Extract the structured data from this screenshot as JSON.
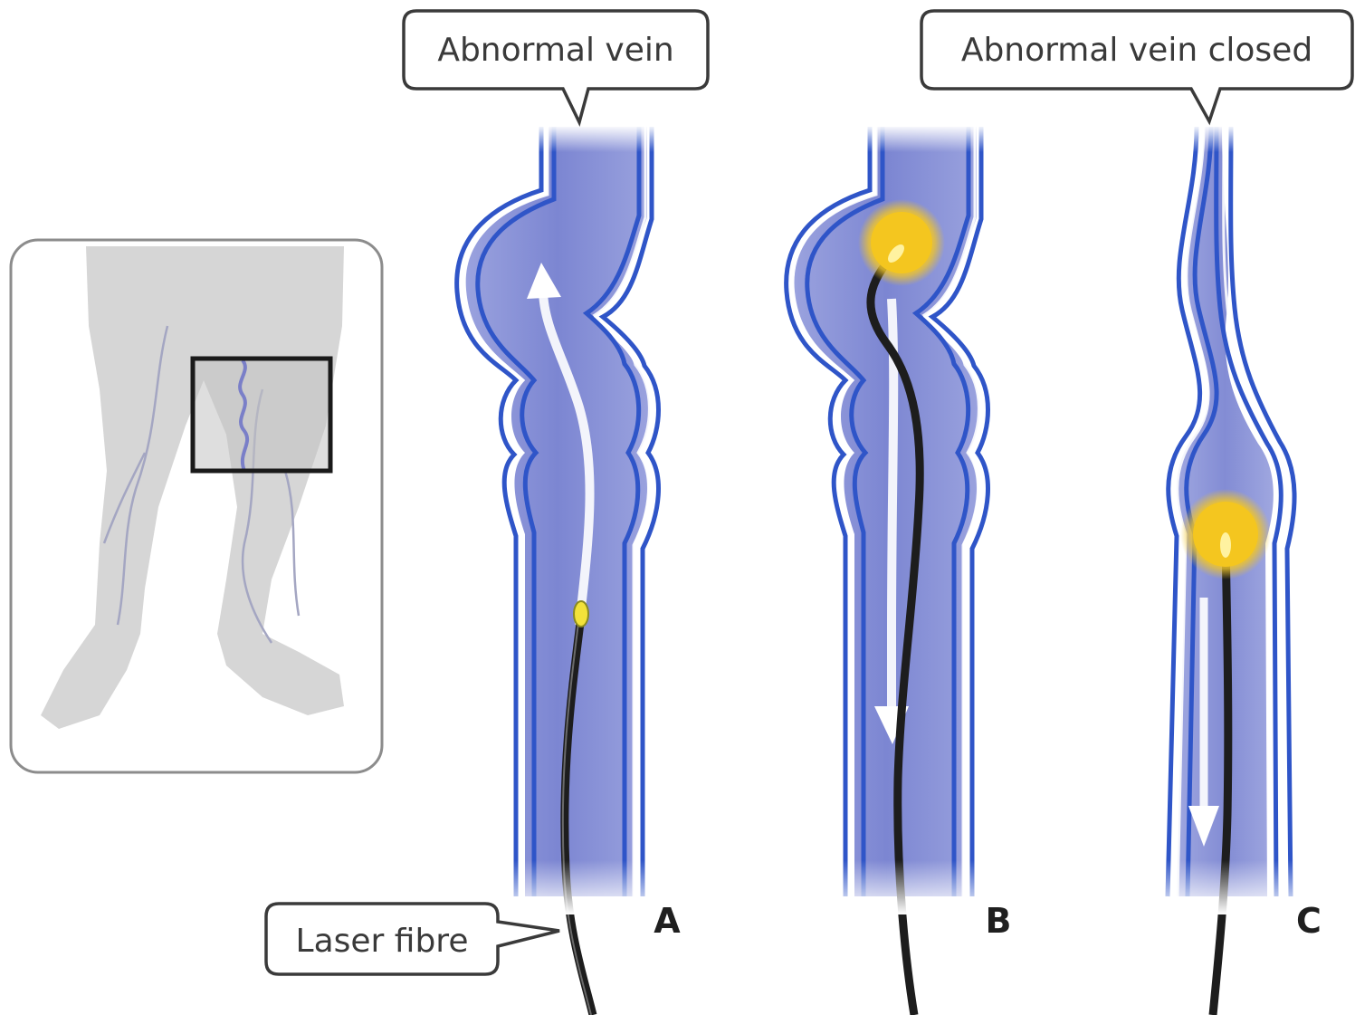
{
  "callouts": {
    "abnormal_vein": "Abnormal vein",
    "abnormal_vein_closed": "Abnormal vein closed",
    "laser_fibre": "Laser fibre"
  },
  "panels": {
    "a": "A",
    "b": "B",
    "c": "C"
  },
  "colors": {
    "vein_wall": "#2f55c8",
    "vein_fill": "#8a93d8",
    "vein_inner": "#6f79cc",
    "fibre": "#2a2a2a",
    "laser_glow": "#f3c21f",
    "inset_silhouette": "#d4d4d4",
    "inset_border": "#8c8c8c"
  },
  "icons": {
    "flow_arrow_up": "arrow-up-icon",
    "flow_arrow_down": "arrow-down-icon",
    "laser_tip": "laser-glow-icon"
  }
}
